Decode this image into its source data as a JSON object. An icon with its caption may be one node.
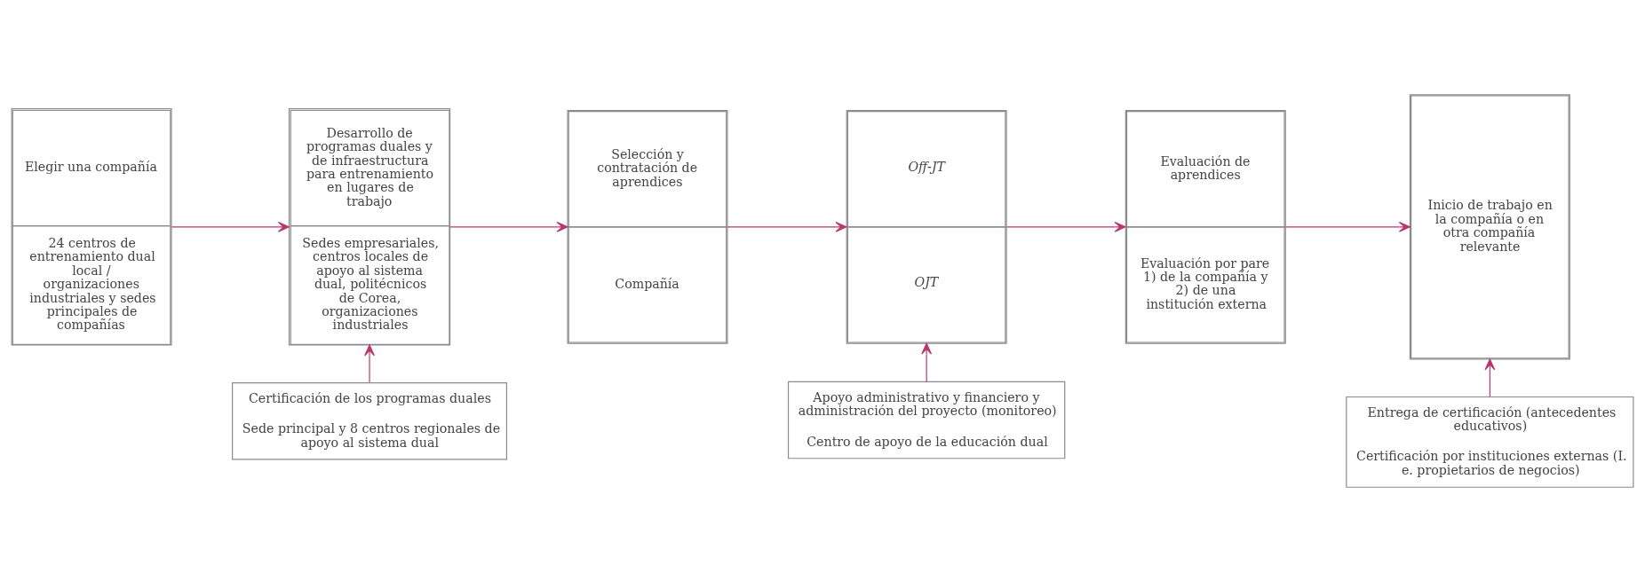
{
  "diagram": {
    "nodes": [
      {
        "text": [
          "Elegir una compañía",
          "24 centros de entrenamiento dual local / organizaciones industriales y sedes principales de compañías"
        ]
      },
      {
        "text": [
          "Desarrollo de programas duales y de infraestructura para entrenamiento en lugares de trabajo",
          "Sedes empresariales, centros locales de apoyo al sistema dual, politécnicos de Corea, organizaciones industriales"
        ]
      },
      {
        "text": [
          "Selección y contratación de aprendices",
          "Compañía"
        ]
      },
      {
        "text": [
          "Off-JT",
          "OJT"
        ]
      },
      {
        "text": [
          "Evaluación de aprendices",
          "Evaluación por pare 1) de la compañía y 2) de una institución externa"
        ]
      },
      {
        "text": [
          "Inicio de trabajo en la compañía o en otra compañía relevante"
        ]
      },
      {
        "text": [
          "Certificación de los programas duales",
          "Sede principal y 8 centros regionales de apoyo al sistema dual"
        ]
      },
      {
        "text": [
          "Apoyo administrativo y financiero y administración del proyecto (monitoreo)",
          "Centro de apoyo de la educación dual"
        ]
      },
      {
        "text": [
          "Entrega de certificación (antecedentes educativos)",
          "Certificación por instituciones externas (I. e. propietarios de negocios)"
        ]
      }
    ],
    "edges": [
      {
        "from": 0,
        "to": 1,
        "arrow": "to"
      },
      {
        "from": 1,
        "to": 2,
        "arrow": "to"
      },
      {
        "from": 2,
        "to": 3,
        "arrow": "to"
      },
      {
        "from": 3,
        "to": 4,
        "arrow": "to"
      },
      {
        "from": 4,
        "to": 5,
        "arrow": "to"
      },
      {
        "from": 6,
        "to": 1,
        "arrow": "to"
      },
      {
        "from": 7,
        "to": 3,
        "arrow": "to"
      },
      {
        "from": 8,
        "to": 5,
        "arrow": "to"
      }
    ]
  }
}
